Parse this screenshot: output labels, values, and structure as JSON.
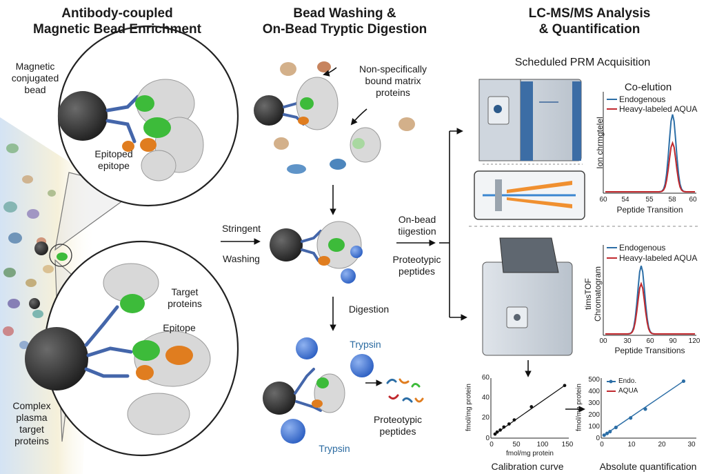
{
  "panels": {
    "left_title_1": "Antibody-coupled",
    "left_title_2": "Magnetic Bead Enrichment",
    "middle_title_1": "Bead Washing &",
    "middle_title_2": "On-Bead Tryptic Digestion",
    "right_title_1": "LC-MS/MS Analysis",
    "right_title_2": "& Quantification"
  },
  "left": {
    "bead_label": [
      "Magnetic",
      "conjugated",
      "bead"
    ],
    "epitope_top": [
      "Epitoped",
      "epitope"
    ],
    "target_proteins": [
      "Target",
      "proteins"
    ],
    "epitope": "Epitope",
    "complex_plasma": [
      "Complex",
      "plasma",
      "target",
      "proteins"
    ]
  },
  "middle": {
    "nonspecific": [
      "Non-specifically",
      "bound matrix",
      "proteins"
    ],
    "stringent": "Stringent",
    "washing": "Washing",
    "digestion": "Digestion",
    "trypsin_top": "Trypsin",
    "trypsin_bottom": "Trypsin",
    "proteotypic": [
      "Proteotypic",
      "peptides"
    ]
  },
  "arrows_text": {
    "onbead": [
      "On-bead",
      "tiigestion"
    ],
    "proteotypic": [
      "Proteotypic",
      "peptides"
    ]
  },
  "right": {
    "prm_title": "Scheduled PRM Acquisition",
    "coelution": "Co-elution",
    "legend_endogenous": "Endogenous",
    "legend_heavy": "Heavy-labeled AQUA",
    "chart1_ylabel": "Ion chrmgtelel",
    "chart1_xlabel": "Peptide Transition",
    "chart1_xticks": [
      "60",
      "54",
      "55",
      "58",
      "60"
    ],
    "chart2_ylabel": [
      "timsTOF",
      "Chromatogram"
    ],
    "chart2_xlabel": "Peptide Transitions",
    "chart2_xticks": [
      "00",
      "30",
      "60",
      "90",
      "120"
    ],
    "cal_ylabel": "fmol/mg protein",
    "cal_xlabel": "fmol/mg protein",
    "cal_caption": "Calibration curve",
    "cal_yticks": [
      "0",
      "20",
      "40",
      "60"
    ],
    "cal_xticks": [
      "0",
      "50",
      "100",
      "150"
    ],
    "abs_ylabel": "fmol/mg protein",
    "abs_caption": "Absolute quantification",
    "abs_yticks": [
      "0",
      "100",
      "200",
      "300",
      "400",
      "500"
    ],
    "abs_xticks": [
      "0",
      "10",
      "20",
      "30"
    ],
    "abs_legend_endo": "Endo.",
    "abs_legend_aqua": "AQUA"
  },
  "colors": {
    "endogenous": "#2c6ea6",
    "heavy": "#c0282d",
    "epitope_green": "#3dbb3a",
    "epitope_orange": "#e07d1f",
    "antibody_blue": "#4466aa",
    "trypsin_blue": "#3b6fd0",
    "bead": "#3a3a3a"
  },
  "chart_data": [
    {
      "type": "line",
      "series": [
        {
          "name": "Endogenous",
          "x": [
            60,
            54,
            55,
            58,
            60
          ],
          "y": [
            0.0,
            0.01,
            0.1,
            0.95,
            0.05
          ]
        },
        {
          "name": "Heavy-labeled AQUA",
          "x": [
            60,
            54,
            55,
            58,
            60
          ],
          "y": [
            0.0,
            0.01,
            0.07,
            0.6,
            0.04
          ]
        }
      ]
    },
    {
      "type": "line",
      "series": [
        {
          "name": "Endogenous",
          "x": [
            0,
            30,
            60,
            90,
            120
          ],
          "y": [
            0.0,
            0.02,
            0.95,
            0.02,
            0.0
          ]
        },
        {
          "name": "Heavy-labeled AQUA",
          "x": [
            0,
            30,
            60,
            90,
            120
          ],
          "y": [
            0.0,
            0.02,
            0.7,
            0.02,
            0.0
          ]
        }
      ]
    },
    {
      "type": "scatter",
      "x": [
        8,
        12,
        18,
        25,
        35,
        45,
        78,
        142
      ],
      "y": [
        4,
        6,
        8,
        11,
        14,
        18,
        31,
        52
      ],
      "ylim": [
        0,
        60
      ],
      "xlim": [
        0,
        150
      ]
    },
    {
      "type": "scatter",
      "series": [
        {
          "name": "Endo.",
          "x": [
            1,
            2,
            3,
            5,
            10,
            15,
            28
          ],
          "y": [
            25,
            40,
            55,
            90,
            170,
            245,
            480
          ]
        }
      ],
      "ylim": [
        0,
        500
      ],
      "xlim": [
        0,
        30
      ]
    }
  ]
}
